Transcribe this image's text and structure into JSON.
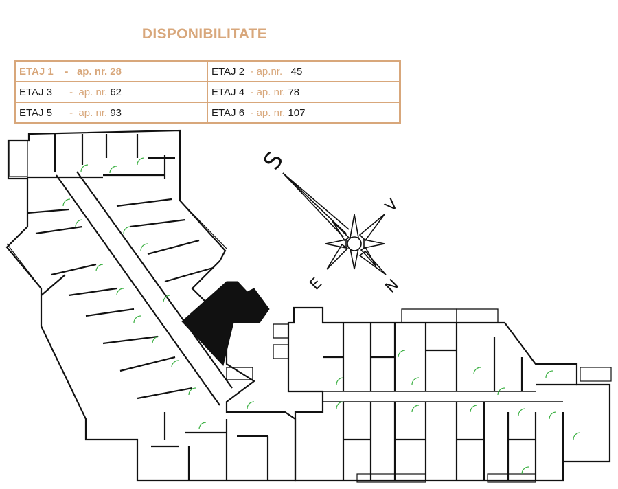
{
  "title": "DISPONIBILITATE",
  "floors": [
    {
      "floor": "ETAJ 1",
      "sep": "-",
      "ap_label": "ap. nr.",
      "ap_number": "28"
    },
    {
      "floor": "ETAJ 2",
      "sep": "-",
      "ap_label": "ap.nr.",
      "ap_number": "45"
    },
    {
      "floor": "ETAJ 3",
      "sep": "-",
      "ap_label": "ap. nr.",
      "ap_number": "62"
    },
    {
      "floor": "ETAJ 4",
      "sep": "-",
      "ap_label": "ap. nr.",
      "ap_number": "78"
    },
    {
      "floor": "ETAJ 5",
      "sep": "-",
      "ap_label": "ap. nr.",
      "ap_number": "93"
    },
    {
      "floor": "ETAJ 6",
      "sep": "-",
      "ap_label": "ap. nr.",
      "ap_number": "107"
    }
  ],
  "compass": {
    "s": "S",
    "v": "V",
    "e": "E",
    "n": "N"
  },
  "colors": {
    "accent": "#d8a77b",
    "wall": "#111111",
    "door": "#3cb043",
    "highlight_unit": "#111111"
  }
}
